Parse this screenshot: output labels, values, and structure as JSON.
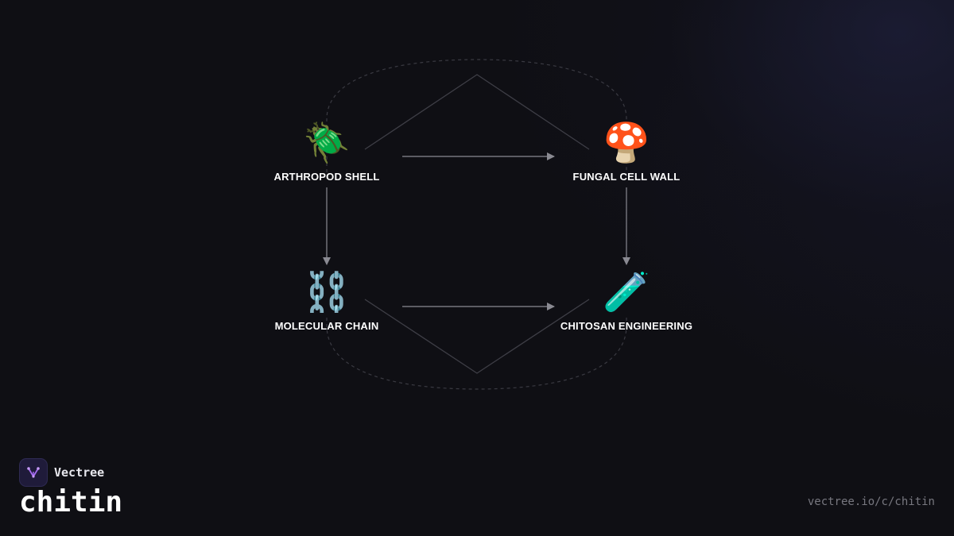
{
  "diagram": {
    "nodes": [
      {
        "id": "arthropod",
        "label": "ARTHROPOD SHELL",
        "icon": "beetle-icon",
        "emoji": "🪲"
      },
      {
        "id": "fungal",
        "label": "FUNGAL CELL WALL",
        "icon": "mushroom-icon",
        "emoji": "🍄"
      },
      {
        "id": "chain",
        "label": "MOLECULAR CHAIN",
        "icon": "chain-icon",
        "emoji": "⛓️"
      },
      {
        "id": "chitosan",
        "label": "CHITOSAN ENGINEERING",
        "icon": "test-tube-icon",
        "emoji": "🧪"
      }
    ],
    "edges": [
      {
        "from": "arthropod",
        "to": "fungal"
      },
      {
        "from": "arthropod",
        "to": "chain"
      },
      {
        "from": "fungal",
        "to": "chitosan"
      },
      {
        "from": "chain",
        "to": "chitosan"
      }
    ],
    "colors": {
      "edge": "#8a8a92",
      "frame": "#3c3c44",
      "dashed": "#3a3a42"
    }
  },
  "brand": {
    "name": "Vectree",
    "logo_color": "#a46bf0"
  },
  "title": "chitin",
  "url": "vectree.io/c/chitin"
}
